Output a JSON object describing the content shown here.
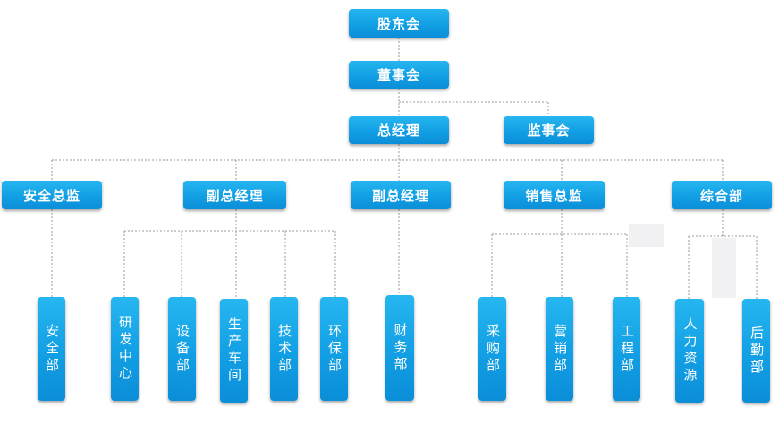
{
  "org": {
    "shareholders": "股东会",
    "board": "董事会",
    "gm": "总经理",
    "supervisory": "监事会",
    "safety_director": "安全总监",
    "deputy_gm_1": "副总经理",
    "deputy_gm_2": "副总经理",
    "sales_director": "销售总监",
    "general_dept": "综合部",
    "dept_safety": "安全部",
    "dept_rnd": "研发中心",
    "dept_equipment": "设备部",
    "dept_production": "生产车间",
    "dept_tech": "技术部",
    "dept_env": "环保部",
    "dept_finance": "财务部",
    "dept_purchase": "采购部",
    "dept_marketing": "营销部",
    "dept_engineering": "工程部",
    "dept_hr": "人力资源",
    "dept_logistics": "后勤部"
  },
  "colors": {
    "box_top": "#26b6f0",
    "box_bottom": "#0b8ed8",
    "connector": "#9a9a9a",
    "text": "#ffffff"
  }
}
